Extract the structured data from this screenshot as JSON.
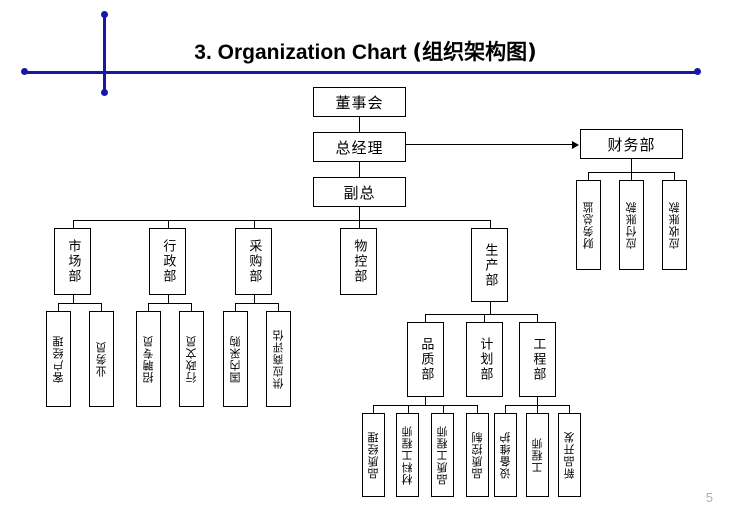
{
  "slide": {
    "title_en": "3. Organization Chart ",
    "title_cn": "(组织架构图)",
    "page_number": "5",
    "accent_color": "#1818a8",
    "line_color": "#000000",
    "background": "#ffffff"
  },
  "decor": {
    "horizontal_rule": "blue-horizontal-rule",
    "vertical_rule": "blue-vertical-rule",
    "dot_left": "blue-dot-left",
    "dot_top": "blue-dot-top",
    "dot_bottom": "blue-dot-bottom",
    "dot_right": "blue-dot-right"
  },
  "chart_data": {
    "type": "diagram",
    "title": "3. Organization Chart (组织架构图)",
    "nodes": [
      {
        "id": "board",
        "label": "董事会",
        "level": 0,
        "orient": "horizontal"
      },
      {
        "id": "gm",
        "label": "总经理",
        "level": 1,
        "orient": "horizontal"
      },
      {
        "id": "vp",
        "label": "副总",
        "level": 2,
        "orient": "horizontal"
      },
      {
        "id": "finance",
        "label": "财务部",
        "level": 1,
        "orient": "horizontal"
      },
      {
        "id": "fin1",
        "label": "财务总监",
        "level": 2,
        "orient": "vertical-rotated"
      },
      {
        "id": "fin2",
        "label": "应付账款",
        "level": 2,
        "orient": "vertical-rotated"
      },
      {
        "id": "fin3",
        "label": "应收账款",
        "level": 2,
        "orient": "vertical-rotated"
      },
      {
        "id": "marketing",
        "label": "市场部",
        "level": 3,
        "orient": "vertical"
      },
      {
        "id": "admin",
        "label": "行政部",
        "level": 3,
        "orient": "vertical"
      },
      {
        "id": "purchasing",
        "label": "采购部",
        "level": 3,
        "orient": "vertical"
      },
      {
        "id": "matctrl",
        "label": "物控部",
        "level": 3,
        "orient": "vertical"
      },
      {
        "id": "production",
        "label": "生产部",
        "level": 3,
        "orient": "vertical"
      },
      {
        "id": "mk1",
        "label": "客户经理",
        "level": 4,
        "orient": "vertical-rotated"
      },
      {
        "id": "mk2",
        "label": "业务员",
        "level": 4,
        "orient": "vertical-rotated"
      },
      {
        "id": "ad1",
        "label": "招聘专员",
        "level": 4,
        "orient": "vertical-rotated"
      },
      {
        "id": "ad2",
        "label": "行政文员",
        "level": 4,
        "orient": "vertical-rotated"
      },
      {
        "id": "pu1",
        "label": "国内采购",
        "level": 4,
        "orient": "vertical-rotated"
      },
      {
        "id": "pu2",
        "label": "供应商评估",
        "level": 4,
        "orient": "vertical-rotated"
      },
      {
        "id": "quality",
        "label": "品质部",
        "level": 4,
        "orient": "vertical"
      },
      {
        "id": "planning",
        "label": "计划部",
        "level": 4,
        "orient": "vertical"
      },
      {
        "id": "engineering",
        "label": "工程部",
        "level": 4,
        "orient": "vertical"
      },
      {
        "id": "q1",
        "label": "品质经理",
        "level": 5,
        "orient": "vertical-rotated"
      },
      {
        "id": "q2",
        "label": "材料工程师",
        "level": 5,
        "orient": "vertical-rotated"
      },
      {
        "id": "q3",
        "label": "品质工程师",
        "level": 5,
        "orient": "vertical-rotated"
      },
      {
        "id": "q4",
        "label": "品质控制",
        "level": 5,
        "orient": "vertical-rotated"
      },
      {
        "id": "e1",
        "label": "设备维护",
        "level": 5,
        "orient": "vertical-rotated"
      },
      {
        "id": "e2",
        "label": "工程师",
        "level": 5,
        "orient": "vertical-rotated"
      },
      {
        "id": "e3",
        "label": "新品开发",
        "level": 5,
        "orient": "vertical-rotated"
      }
    ],
    "edges": [
      {
        "from": "board",
        "to": "gm"
      },
      {
        "from": "gm",
        "to": "vp"
      },
      {
        "from": "gm",
        "to": "finance",
        "style": "arrow"
      },
      {
        "from": "finance",
        "to": "fin1"
      },
      {
        "from": "finance",
        "to": "fin2"
      },
      {
        "from": "finance",
        "to": "fin3"
      },
      {
        "from": "vp",
        "to": "marketing"
      },
      {
        "from": "vp",
        "to": "admin"
      },
      {
        "from": "vp",
        "to": "purchasing"
      },
      {
        "from": "vp",
        "to": "matctrl"
      },
      {
        "from": "vp",
        "to": "production"
      },
      {
        "from": "marketing",
        "to": "mk1"
      },
      {
        "from": "marketing",
        "to": "mk2"
      },
      {
        "from": "admin",
        "to": "ad1"
      },
      {
        "from": "admin",
        "to": "ad2"
      },
      {
        "from": "purchasing",
        "to": "pu1"
      },
      {
        "from": "purchasing",
        "to": "pu2"
      },
      {
        "from": "production",
        "to": "quality"
      },
      {
        "from": "production",
        "to": "planning"
      },
      {
        "from": "production",
        "to": "engineering"
      },
      {
        "from": "quality",
        "to": "q1"
      },
      {
        "from": "quality",
        "to": "q2"
      },
      {
        "from": "quality",
        "to": "q3"
      },
      {
        "from": "quality",
        "to": "q4"
      },
      {
        "from": "engineering",
        "to": "e1"
      },
      {
        "from": "engineering",
        "to": "e2"
      },
      {
        "from": "engineering",
        "to": "e3"
      }
    ]
  }
}
